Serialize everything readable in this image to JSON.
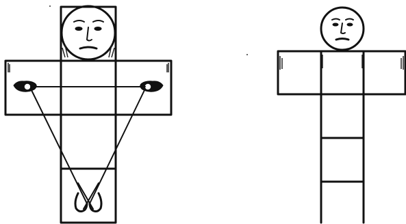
{
  "figure": {
    "background_color": "#ffffff",
    "ink_color": "#111111",
    "panels": [
      {
        "id": "left",
        "description_icon": "cross-grid-with-outstretched-figure",
        "elements": [
          "head-circle",
          "arms-bar",
          "torso-column",
          "hands",
          "feet",
          "diagonal-lines"
        ]
      },
      {
        "id": "right",
        "description_icon": "cross-grid-with-head",
        "elements": [
          "head-circle",
          "arms-bar",
          "torso-column"
        ]
      }
    ]
  }
}
